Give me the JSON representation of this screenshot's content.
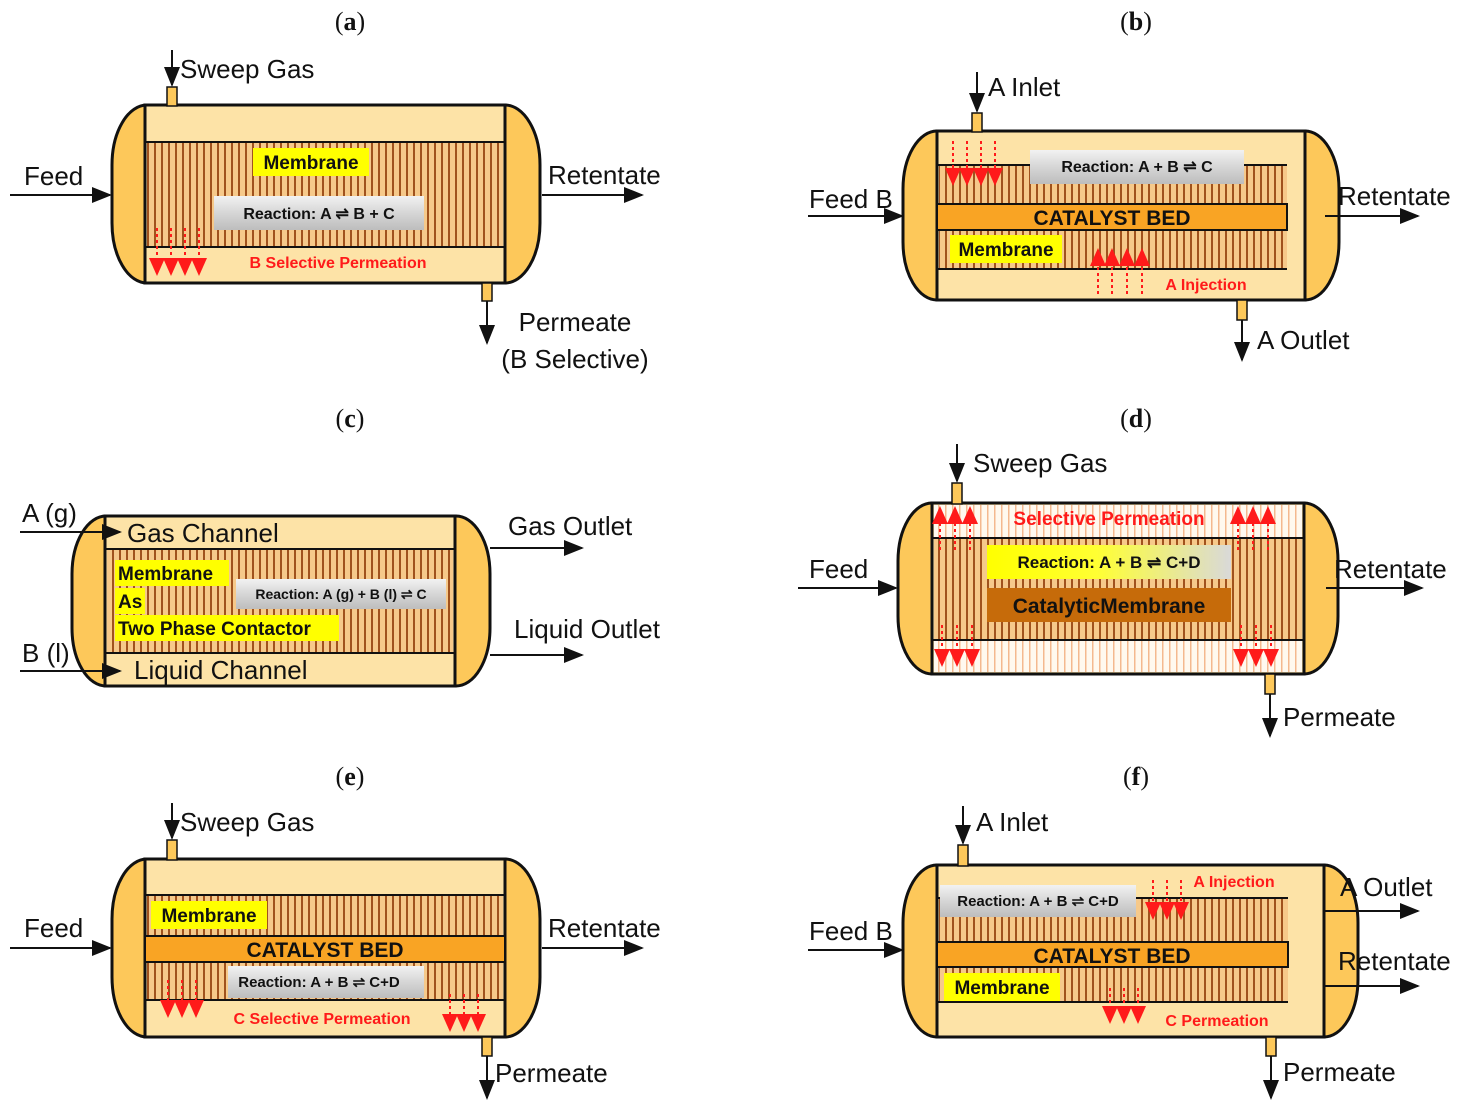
{
  "colors": {
    "shell": "#fde3a7",
    "cap": "#fdc85a",
    "membrane_bg": "#f6c98a",
    "membrane_stripe": "#a0521d",
    "catalyst_bed": "#f9a424",
    "catalytic_membrane": "#c66b0a",
    "highlight_yellow": "#ffff00",
    "reaction_gray": "#d8d8d8",
    "red": "#ff1a1a"
  },
  "panels": {
    "a": {
      "label_open": "(",
      "letter": "a",
      "label_close": ")",
      "sweep": "Sweep Gas",
      "feed": "Feed",
      "retentate": "Retentate",
      "permeate": "Permeate",
      "permeate_sub": "(B Selective)",
      "membrane": "Membrane",
      "reaction": "Reaction: A ⇌ B + C",
      "red_label": "B Selective Permeation"
    },
    "b": {
      "label_open": "(",
      "letter": "b",
      "label_close": ")",
      "inlet": "A Inlet",
      "feed": "Feed B",
      "retentate": "Retentate",
      "outlet": "A Outlet",
      "reaction": "Reaction: A + B ⇌ C",
      "catalyst": "CATALYST BED",
      "membrane": "Membrane",
      "red_label": "A Injection"
    },
    "c": {
      "label_open": "(",
      "letter": "c",
      "label_close": ")",
      "gas_in": "A (g)",
      "gas_channel": "Gas Channel",
      "gas_out": "Gas Outlet",
      "liq_in": "B (l)",
      "liq_channel": "Liquid Channel",
      "liq_out": "Liquid Outlet",
      "membrane_line1": "Membrane",
      "membrane_line2": "As",
      "membrane_line3": "Two Phase Contactor",
      "reaction": "Reaction: A (g) + B (l) ⇌ C"
    },
    "d": {
      "label_open": "(",
      "letter": "d",
      "label_close": ")",
      "sweep": "Sweep Gas",
      "feed": "Feed",
      "retentate": "Retentate",
      "permeate": "Permeate",
      "red_label": "Selective Permeation",
      "reaction": "Reaction: A + B ⇌ C+D",
      "catalytic": "CatalyticMembrane"
    },
    "e": {
      "label_open": "(",
      "letter": "e",
      "label_close": ")",
      "sweep": "Sweep Gas",
      "feed": "Feed",
      "retentate": "Retentate",
      "permeate": "Permeate",
      "membrane": "Membrane",
      "catalyst": "CATALYST BED",
      "reaction": "Reaction: A + B ⇌ C+D",
      "red_label": "C Selective Permeation"
    },
    "f": {
      "label_open": "(",
      "letter": "f",
      "label_close": ")",
      "inlet": "A Inlet",
      "feed": "Feed B",
      "outlet": "A Outlet",
      "retentate": "Retentate",
      "permeate": "Permeate",
      "reaction": "Reaction: A + B ⇌ C+D",
      "red_top": "A Injection",
      "catalyst": "CATALYST BED",
      "membrane": "Membrane",
      "red_bottom": "C Permeation"
    }
  }
}
